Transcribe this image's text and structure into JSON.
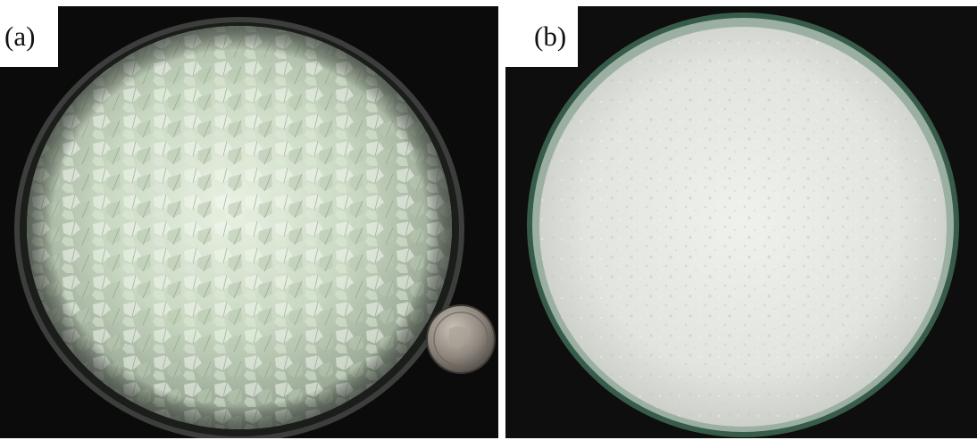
{
  "figure": {
    "panels": [
      {
        "label": "(a)",
        "subject": "glass-cullet-in-petri-dish",
        "background_color": "#0b0b0b",
        "content_color": "#d9e6d2"
      },
      {
        "label": "(b)",
        "subject": "white-powder-in-petri-dish",
        "background_color": "#0e0e0e",
        "content_color": "#e6e8e3"
      }
    ]
  }
}
